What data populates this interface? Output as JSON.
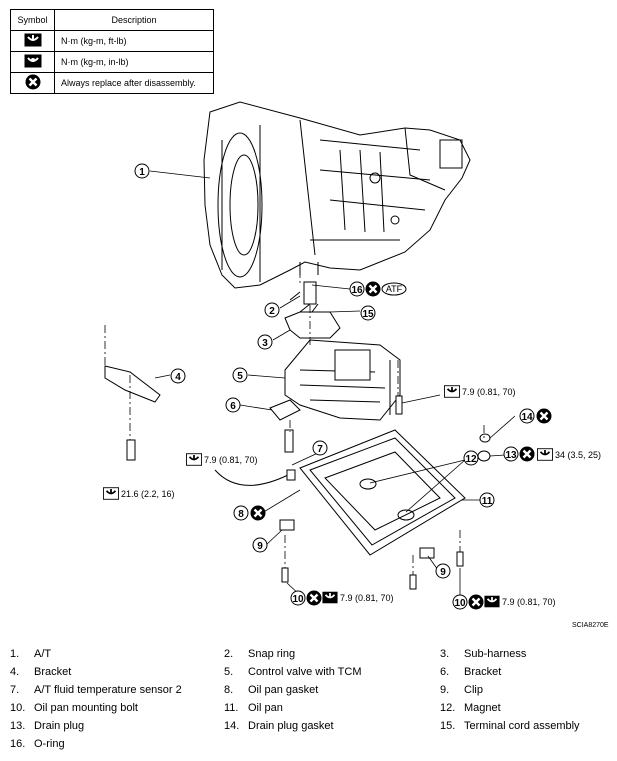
{
  "legend": {
    "header_symbol": "Symbol",
    "header_description": "Description",
    "rows": [
      {
        "icon": "torque-wrench-ftlb-icon",
        "text": "N·m (kg-m, ft-lb)"
      },
      {
        "icon": "torque-wrench-inlb-icon",
        "text": "N·m (kg-m, in-lb)"
      },
      {
        "icon": "always-replace-icon",
        "text": "Always replace after disassembly."
      }
    ]
  },
  "callouts": {
    "c1": "1",
    "c2": "2",
    "c3": "3",
    "c4": "4",
    "c5": "5",
    "c6": "6",
    "c7": "7",
    "c8": "8",
    "c9a": "9",
    "c9b": "9",
    "c10a": "10",
    "c10b": "10",
    "c11": "11",
    "c12": "12",
    "c13": "13",
    "c14": "14",
    "c15": "15",
    "c16": "16"
  },
  "atf_label": "ATF",
  "torques": {
    "control_valve_bolt": "7.9 (0.81, 70)",
    "sensor_bolt": "7.9 (0.81, 70)",
    "bracket_bolt": "21.6 (2.2, 16)",
    "drain_plug": "34 (3.5, 25)",
    "oil_pan_bolt_left": "7.9 (0.81, 70)",
    "oil_pan_bolt_right": "7.9 (0.81, 70)"
  },
  "figure_code": "SCIA8270E",
  "parts": [
    {
      "num": "1.",
      "name": "A/T"
    },
    {
      "num": "2.",
      "name": "Snap ring"
    },
    {
      "num": "3.",
      "name": "Sub-harness"
    },
    {
      "num": "4.",
      "name": "Bracket"
    },
    {
      "num": "5.",
      "name": "Control valve with TCM"
    },
    {
      "num": "6.",
      "name": "Bracket"
    },
    {
      "num": "7.",
      "name": "A/T fluid temperature sensor 2"
    },
    {
      "num": "8.",
      "name": "Oil pan gasket"
    },
    {
      "num": "9.",
      "name": "Clip"
    },
    {
      "num": "10.",
      "name": "Oil pan mounting bolt"
    },
    {
      "num": "11.",
      "name": "Oil pan"
    },
    {
      "num": "12.",
      "name": "Magnet"
    },
    {
      "num": "13.",
      "name": "Drain plug"
    },
    {
      "num": "14.",
      "name": "Drain plug gasket"
    },
    {
      "num": "15.",
      "name": "Terminal cord assembly"
    },
    {
      "num": "16.",
      "name": "O-ring"
    }
  ]
}
